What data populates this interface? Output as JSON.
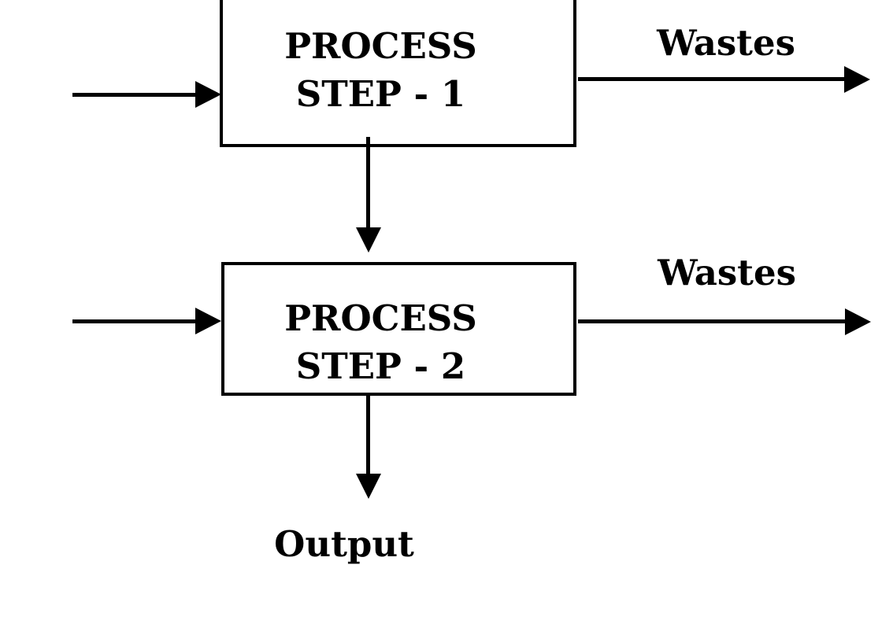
{
  "diagram": {
    "background_color": "#ffffff",
    "line_color": "#000000",
    "nodes": [
      {
        "name": "process-step-1",
        "line1": "PROCESS",
        "line2": "STEP - 1"
      },
      {
        "name": "process-step-2",
        "line1": "PROCESS",
        "line2": "STEP - 2"
      }
    ],
    "edge_labels": {
      "wastes_top": "Wastes",
      "wastes_bottom": "Wastes",
      "output": "Output"
    }
  }
}
